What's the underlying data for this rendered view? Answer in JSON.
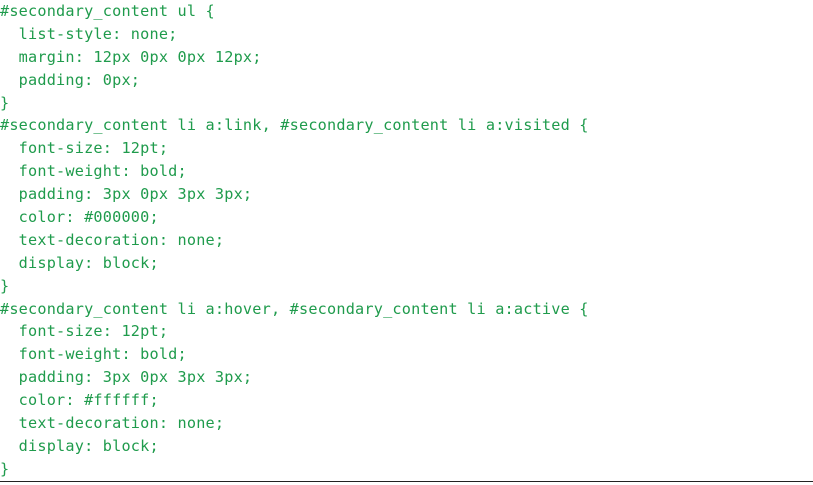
{
  "colors": {
    "code_text": "#1f9b4c",
    "background": "#ffffff",
    "rule": "#222222"
  },
  "code": {
    "lines": [
      "#secondary_content ul {",
      "  list-style: none;",
      "  margin: 12px 0px 0px 12px;",
      "  padding: 0px;",
      "}",
      "#secondary_content li a:link, #secondary_content li a:visited {",
      "  font-size: 12pt;",
      "  font-weight: bold;",
      "  padding: 3px 0px 3px 3px;",
      "  color: #000000;",
      "  text-decoration: none;",
      "  display: block;",
      "}",
      "#secondary_content li a:hover, #secondary_content li a:active {",
      "  font-size: 12pt;",
      "  font-weight: bold;",
      "  padding: 3px 0px 3px 3px;",
      "  color: #ffffff;",
      "  text-decoration: none;",
      "  display: block;",
      "}"
    ]
  }
}
